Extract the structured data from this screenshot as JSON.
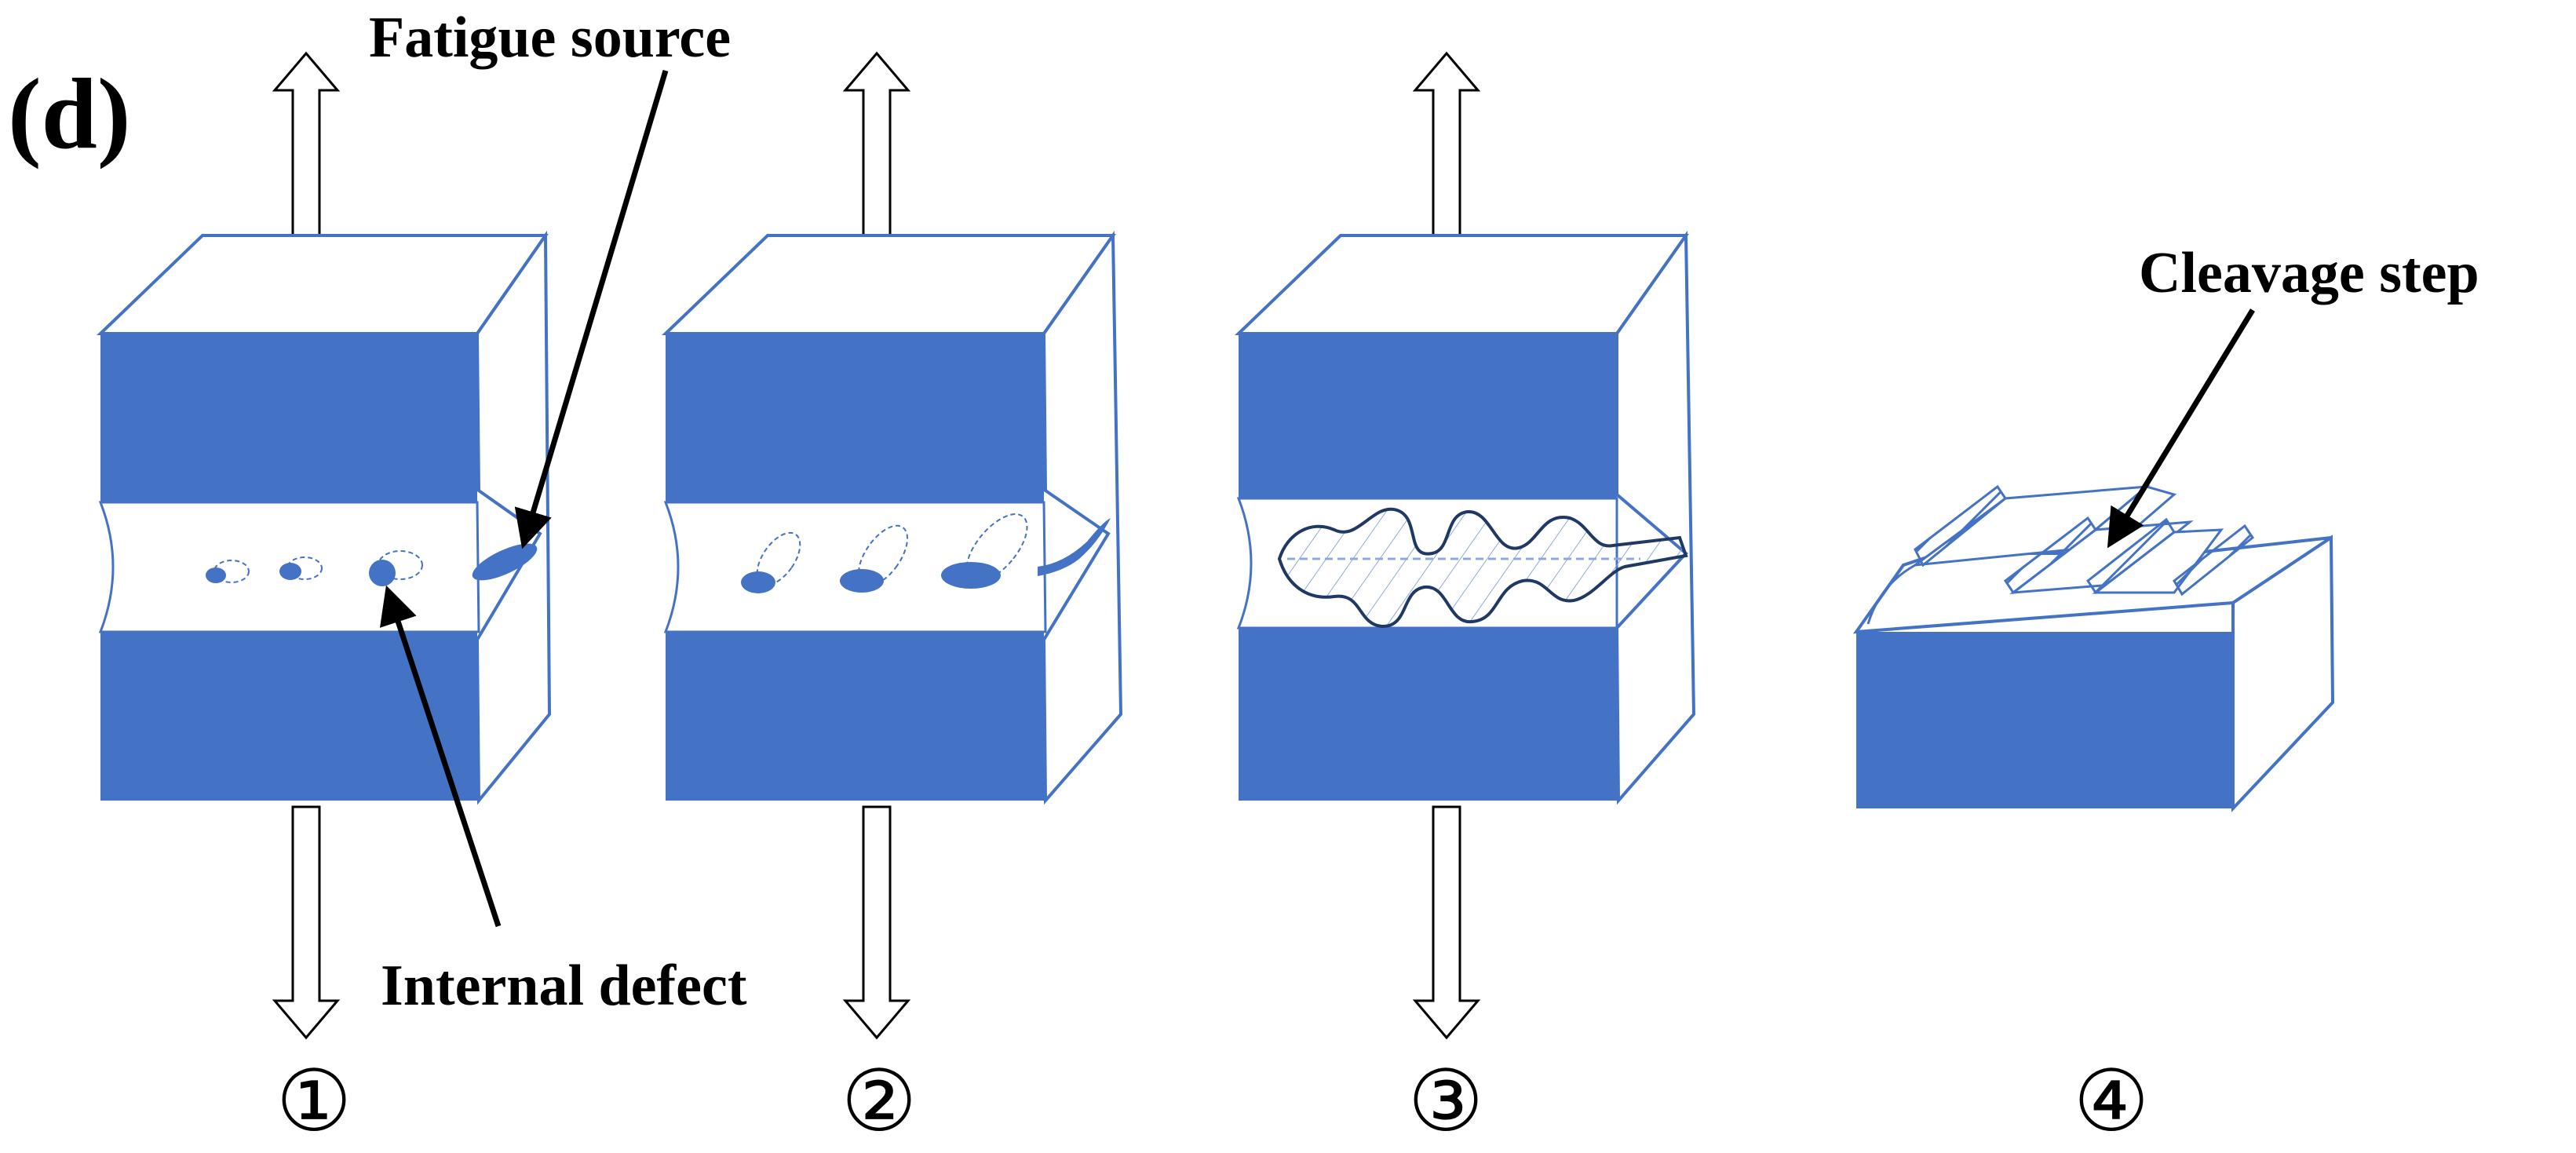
{
  "figure": {
    "panel_label": "(d)",
    "colors": {
      "block_fill": "#4472C4",
      "outline": "#4472C4",
      "background": "#FFFFFF",
      "arrow": "#000000",
      "crack_outline": "#1F3864"
    }
  },
  "annotations": {
    "fatigue_source": "Fatigue source",
    "internal_defect": "Internal defect",
    "cleavage_step": "Cleavage step"
  },
  "stages": [
    {
      "label": "①",
      "description": "tensile-specimen-with-defects"
    },
    {
      "label": "②",
      "description": "defects-growing"
    },
    {
      "label": "③",
      "description": "crack-propagation"
    },
    {
      "label": "④",
      "description": "fractured-half-with-cleavage-steps"
    }
  ],
  "icons": {
    "load_arrow": "hollow-arrow-icon",
    "pointer_arrow": "pointer-arrow-icon"
  }
}
